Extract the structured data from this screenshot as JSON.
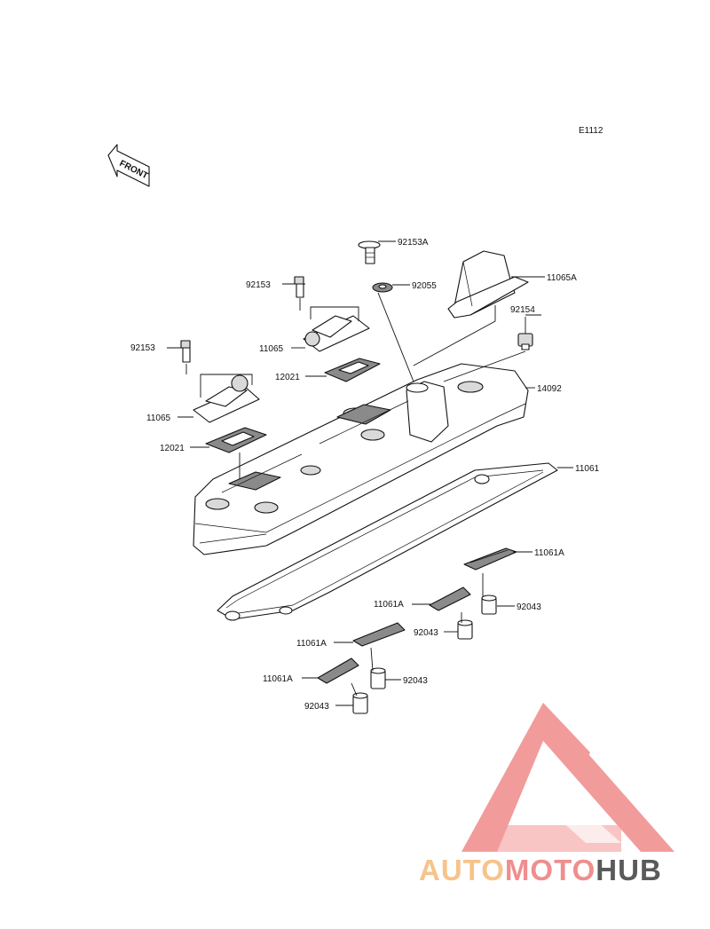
{
  "diagram": {
    "code": "E1112",
    "front_label": "FRONT",
    "labels": {
      "p92153A": "92153A",
      "p92153_a": "92153",
      "p92055": "92055",
      "p11065A": "11065A",
      "p92154": "92154",
      "p11065_a": "11065",
      "p92153_b": "92153",
      "p12021_a": "12021",
      "p14092": "14092",
      "p11065_b": "11065",
      "p12021_b": "12021",
      "p11061": "11061",
      "p11061A_a": "11061A",
      "p11061A_b": "11061A",
      "p92043_a": "92043",
      "p92043_b": "92043",
      "p11061A_c": "11061A",
      "p92043_c": "92043",
      "p11061A_d": "11061A",
      "p92043_d": "92043"
    }
  },
  "watermark": {
    "part1": "AUTO",
    "part2": "MOTO",
    "part3": "HUB",
    "colors": {
      "light": "#f7c38a",
      "pink": "#f08e8e",
      "gray": "#5a5a5a",
      "logo": "#f08a8a"
    }
  }
}
